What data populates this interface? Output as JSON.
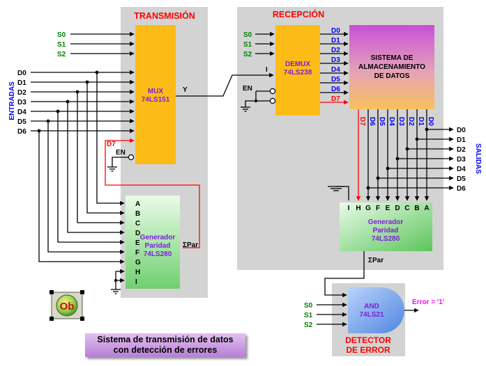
{
  "colors": {
    "panel": "#d3d3d3",
    "mux": "#fdbb17",
    "gen_top": "#eafbe8",
    "gen_bottom": "#6fd06f",
    "storage_top": "#c850d8",
    "storage_bottom": "#fac05c",
    "and_gate": "#6f9fe8",
    "title_red": "#ff0000",
    "input_green": "#008000",
    "data_blue": "#0000ff",
    "chip_purple": "#7b1fd9",
    "error_magenta": "#ff00ff",
    "wire": "#000000",
    "wire_red": "#ff0000"
  },
  "transmission": {
    "title": "TRANSMISIÓN",
    "select_labels": [
      "S0",
      "S1",
      "S2"
    ],
    "inputs_label": "ENTRADAS",
    "data_inputs": [
      "D0",
      "D1",
      "D2",
      "D3",
      "D4",
      "D5",
      "D6"
    ],
    "d7_label": "D7",
    "en_label": "EN",
    "mux": {
      "line1": "MUX",
      "line2": "74LS151",
      "output": "Y"
    },
    "generator": {
      "pins": [
        "A",
        "B",
        "C",
        "D",
        "E",
        "F",
        "G",
        "H",
        "I"
      ],
      "line1": "Generador",
      "line2": "Paridad",
      "line3": "74LS280",
      "output": "ΣPar"
    }
  },
  "reception": {
    "title": "RECEPCIÓN",
    "select_labels": [
      "S0",
      "S1",
      "S2"
    ],
    "demux": {
      "line1": "DEMUX",
      "line2": "74LS238",
      "input": "I"
    },
    "en_label": "EN",
    "demux_outputs": [
      "D0",
      "D1",
      "D2",
      "D3",
      "D4",
      "D5",
      "D6",
      "D7"
    ],
    "storage": {
      "line1": "SISTEMA DE",
      "line2": "ALMACENAMIENTO",
      "line3": "DE DATOS"
    },
    "vertical_outputs": [
      "D7",
      "D6",
      "D5",
      "D4",
      "D3",
      "D2",
      "D1",
      "D0"
    ],
    "outputs_label": "SALIDAS",
    "data_outputs": [
      "D0",
      "D1",
      "D2",
      "D3",
      "D4",
      "D5",
      "D6"
    ],
    "generator": {
      "pins": [
        "I",
        "H",
        "G",
        "F",
        "E",
        "D",
        "C",
        "B",
        "A"
      ],
      "line1": "Generador",
      "line2": "Paridad",
      "line3": "74LS280",
      "output": "ΣPar"
    }
  },
  "detector": {
    "select_labels": [
      "S0",
      "S1",
      "S2"
    ],
    "gate_line1": "AND",
    "gate_line2": "74LS21",
    "error_label": "Error = '1'",
    "title_line1": "DETECTOR",
    "title_line2": "DE ERROR"
  },
  "logo": "Ob",
  "caption": {
    "line1": "Sistema de transmisión de datos",
    "line2": "con detección de errores"
  }
}
